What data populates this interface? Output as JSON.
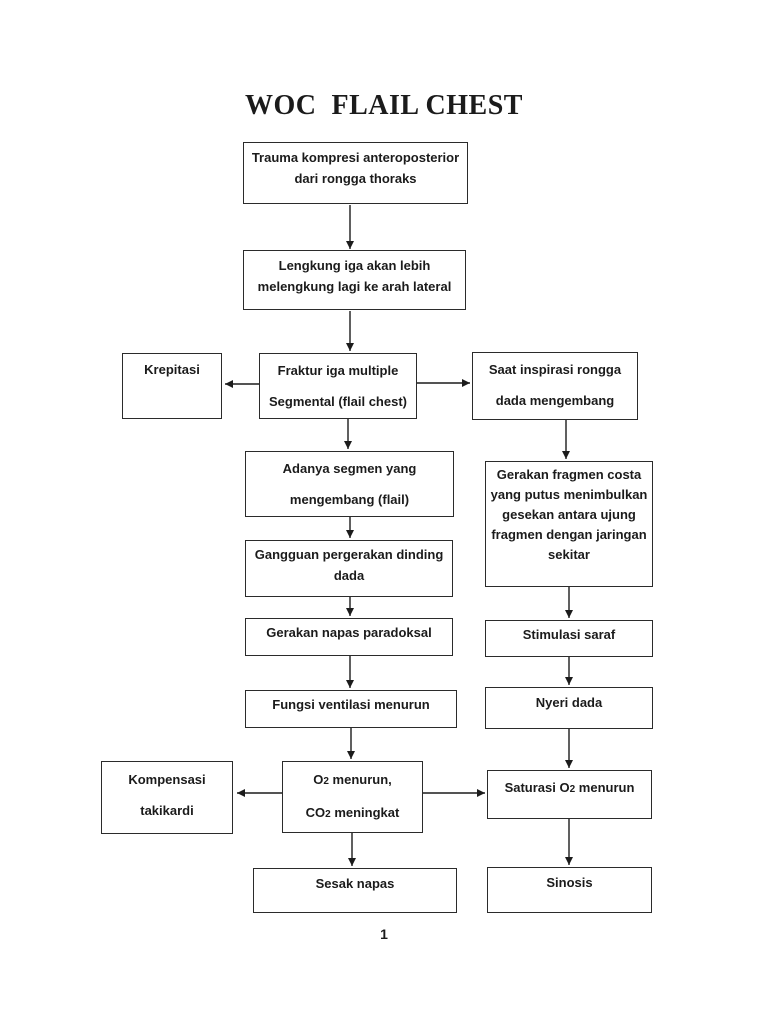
{
  "title": "WOC  FLAIL CHEST",
  "page_number": "1",
  "colors": {
    "background": "#ffffff",
    "text": "#1b1b1b",
    "box_border": "#2b2b2b",
    "arrow": "#1c1c1c"
  },
  "nodes": {
    "trauma": {
      "line1": "Trauma kompresi anteroposterior",
      "line2": "dari rongga thoraks"
    },
    "lengkung": {
      "line1": "Lengkung iga akan lebih",
      "line2": "melengkung lagi ke arah lateral"
    },
    "krepitasi": {
      "line1": "Krepitasi"
    },
    "fraktur": {
      "line1": "Fraktur iga multiple",
      "line2": "Segmental (flail chest)"
    },
    "inspirasi": {
      "line1": "Saat inspirasi rongga",
      "line2": "dada mengembang"
    },
    "segmen": {
      "line1": "Adanya segmen yang",
      "line2": "mengembang (flail)"
    },
    "fragmen": {
      "line1": "Gerakan fragmen costa",
      "line2": "yang putus menimbulkan",
      "line3": "gesekan antara ujung",
      "line4": "fragmen dengan jaringan",
      "line5": "sekitar"
    },
    "gangguan": {
      "line1": "Gangguan pergerakan dinding",
      "line2": "dada"
    },
    "paradoksal": {
      "line1": "Gerakan napas paradoksal"
    },
    "stimulasi": {
      "line1": "Stimulasi saraf"
    },
    "nyeri": {
      "line1": "Nyeri dada"
    },
    "ventilasi": {
      "line1": "Fungsi ventilasi menurun"
    },
    "kompensasi": {
      "line1": "Kompensasi",
      "line2": "takikardi"
    },
    "gas": {
      "o2_pre": "O",
      "o2_sub": "2",
      "o2_post": " menurun,",
      "co2_pre": "CO",
      "co2_sub": "2",
      "co2_post": " meningkat"
    },
    "saturasi": {
      "pre": "Saturasi O",
      "sub": "2",
      "post": " menurun"
    },
    "sesak": {
      "line1": "Sesak napas"
    },
    "sinosis": {
      "line1": "Sinosis"
    }
  }
}
